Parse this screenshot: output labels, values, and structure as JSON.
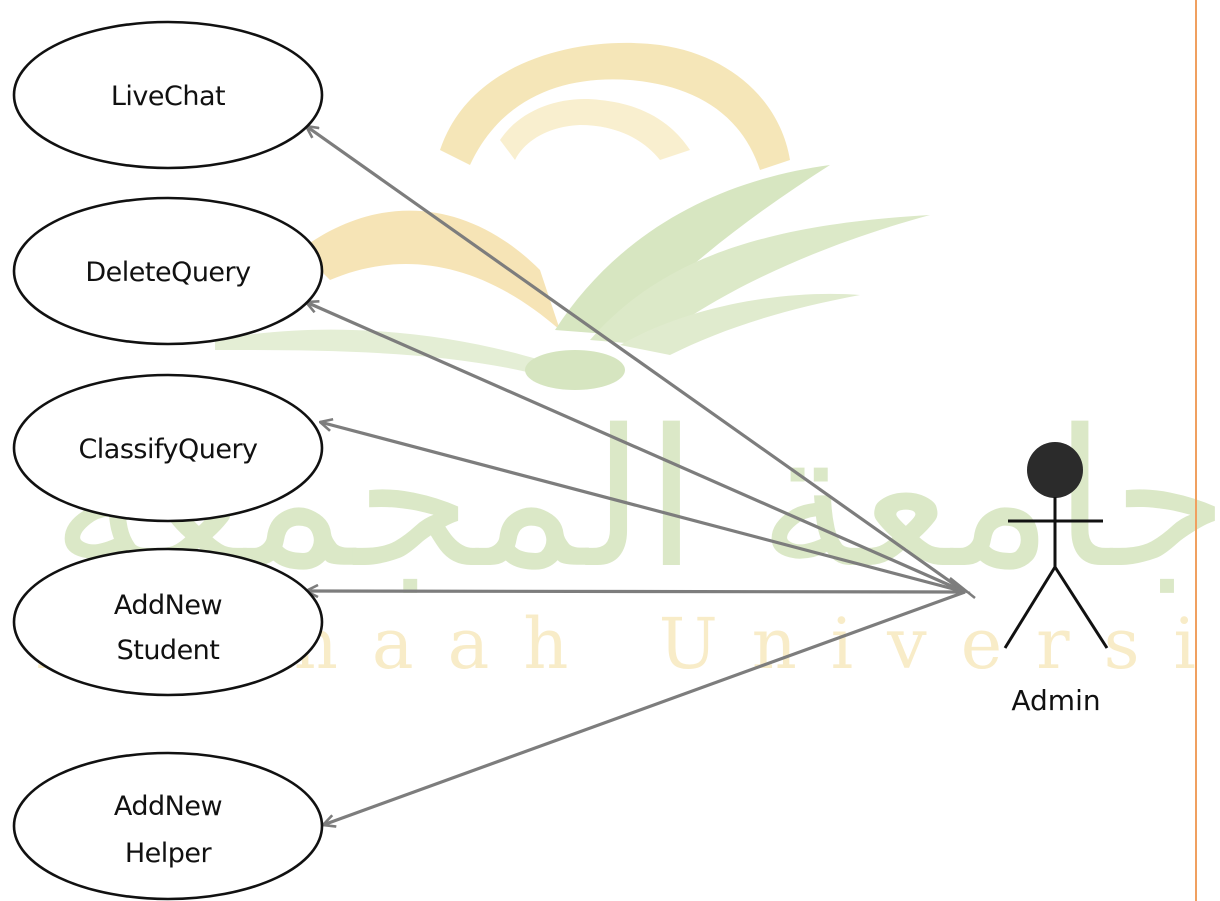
{
  "diagram": {
    "actor": {
      "name": "Admin"
    },
    "use_cases": [
      {
        "id": "live-chat",
        "lines": [
          "LiveChat"
        ]
      },
      {
        "id": "delete-query",
        "lines": [
          "DeleteQuery"
        ]
      },
      {
        "id": "classify-query",
        "lines": [
          "ClassifyQuery"
        ]
      },
      {
        "id": "add-new-student",
        "lines": [
          "AddNew",
          "Student"
        ]
      },
      {
        "id": "add-new-helper",
        "lines": [
          "AddNew",
          "Helper"
        ]
      }
    ],
    "watermark": {
      "arabic": "جامعة المجمعة",
      "latin": "Majmaah University"
    },
    "colors": {
      "arrow": "#7d7d7d",
      "ellipse_stroke": "#111111",
      "actor": "#2b2b2b",
      "boundary": "#f0a060",
      "watermark_gold": "#f2dba0",
      "watermark_green": "#cfe0b8"
    }
  }
}
